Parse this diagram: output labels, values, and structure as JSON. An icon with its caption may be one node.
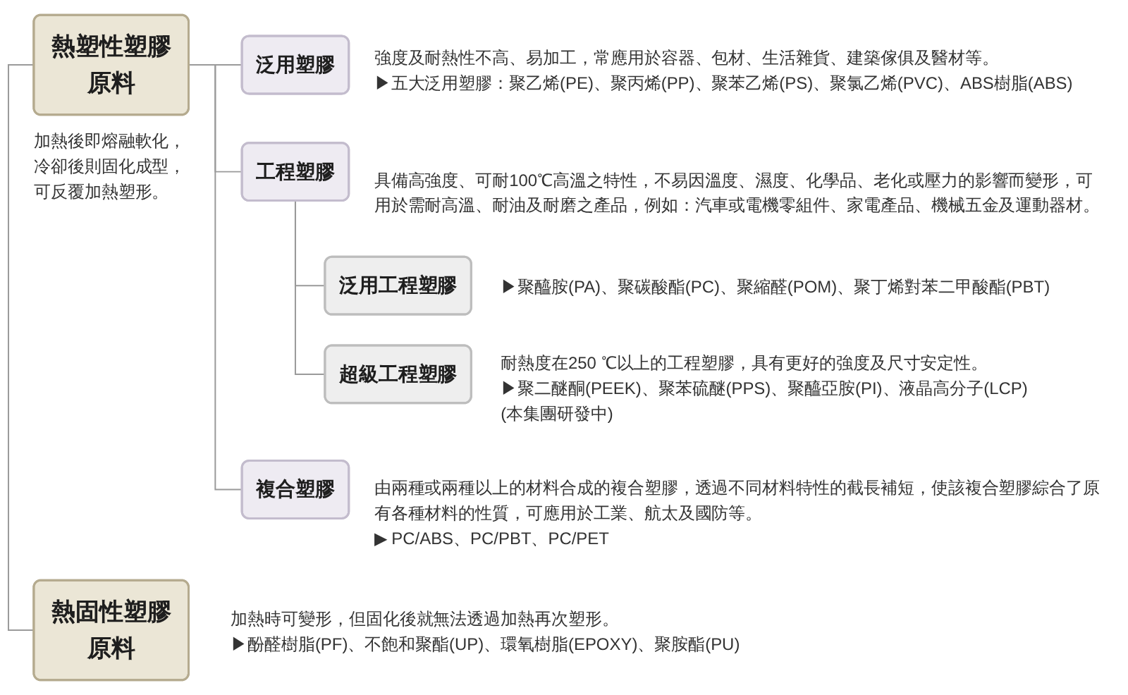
{
  "diagram": {
    "nodes": [
      {
        "text": [
          "熱塑性塑膠原料"
        ],
        "beside": [
          "加熱後即熔融軟化，冷卻後則固化成型，可反覆加熱塑形。"
        ]
      },
      {
        "text": [
          "泛用塑膠"
        ],
        "beside": [
          "強度及耐熱性不高、易加工，常應用於容器、包材、生活雜貨、建築傢俱及醫材等。",
          "▶五大泛用塑膠：聚乙烯(PE)、聚丙烯(PP)、聚苯乙烯(PS)、聚氯乙烯(PVC)、ABS樹脂(ABS)"
        ]
      },
      {
        "text": [
          "工程塑膠"
        ],
        "beside": [
          "具備高強度、可耐100℃高溫之特性，不易因溫度、濕度、化學品、老化或壓力的影響而變形，可用於需耐高溫、耐油及耐磨之產品，例如：汽車或電機零組件、家電產品、機械五金及運動器材。"
        ]
      },
      {
        "text": [
          "泛用工程塑膠"
        ],
        "beside": [
          "▶聚醯胺(PA)、聚碳酸酯(PC)、聚縮醛(POM)、聚丁烯對苯二甲酸酯(PBT)"
        ]
      },
      {
        "text": [
          "超級工程塑膠"
        ],
        "beside": [
          "耐熱度在250 ℃以上的工程塑膠，具有更好的強度及尺寸安定性。",
          "▶聚二醚酮(PEEK)、聚苯硫醚(PPS)、聚醯亞胺(PI)、液晶高分子(LCP)",
          "(本集團研發中)"
        ]
      },
      {
        "text": [
          "複合塑膠"
        ],
        "beside": [
          "由兩種或兩種以上的材料合成的複合塑膠，透過不同材料特性的截長補短，使該複合塑膠綜合了原有各種材料的性質，可應用於工業、航太及國防等。",
          "▶ PC/ABS、PC/PBT、PC/PET"
        ]
      },
      {
        "text": [
          "熱固性塑膠原料"
        ],
        "beside": [
          "加熱時可變形，但固化後就無法透過加熱再次塑形。",
          "▶酚醛樹脂(PF)、不飽和聚酯(UP)、環氧樹脂(EPOXY)、聚胺酯(PU)"
        ]
      }
    ],
    "edges": [
      {
        "from": 0,
        "to": 1,
        "arrow": "none"
      },
      {
        "from": 0,
        "to": 2,
        "arrow": "none"
      },
      {
        "from": 2,
        "to": 3,
        "arrow": "none"
      },
      {
        "from": 2,
        "to": 4,
        "arrow": "none"
      },
      {
        "from": 0,
        "to": 5,
        "arrow": "none"
      },
      {
        "from": 0,
        "to": 6,
        "arrow": "none"
      }
    ]
  }
}
